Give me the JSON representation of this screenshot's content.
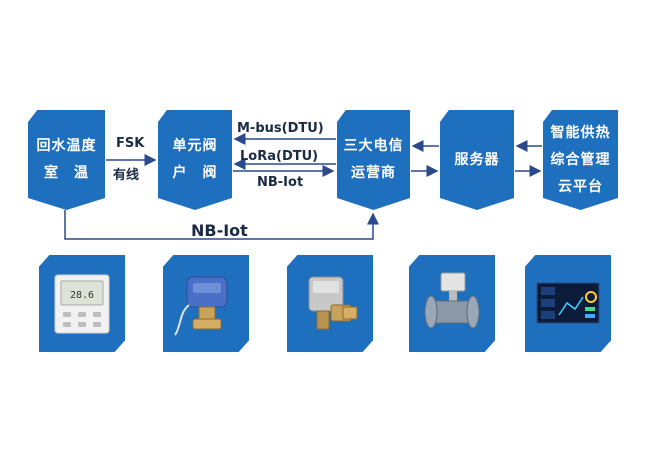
{
  "nodes": {
    "temp": {
      "line1": "回水温度",
      "line2": "室　温"
    },
    "valve": {
      "line1": "单元阀",
      "line2": "户　阀"
    },
    "telco": {
      "line1": "三大电信",
      "line2": "运营商"
    },
    "server": {
      "line1": "服务器"
    },
    "platform": {
      "line1": "智能供热",
      "line2": "综合管理",
      "line3": "云平台"
    }
  },
  "edges": {
    "fsk": "FSK",
    "wired": "有线",
    "mbus": "M-bus(DTU)",
    "lora": "LoRa(DTU)",
    "nbiot_top": "NB-Iot",
    "nbiot_bottom": "NB-Iot"
  },
  "products": [
    {
      "name": "thermostat",
      "screen": "28.6"
    },
    {
      "name": "unit-valve"
    },
    {
      "name": "household-valve"
    },
    {
      "name": "flow-meter"
    },
    {
      "name": "dashboard"
    }
  ],
  "colors": {
    "box": "#1f6fbf",
    "arrow": "#2a4a8c",
    "text": "#1b2a44"
  }
}
